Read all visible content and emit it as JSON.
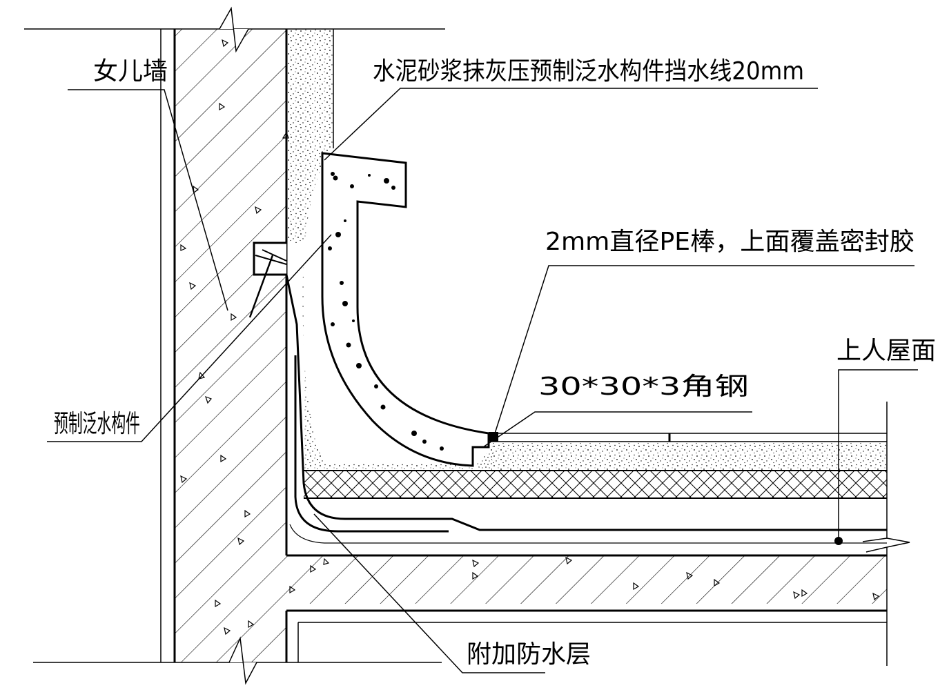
{
  "labels": {
    "parapet": "女儿墙",
    "flashing_note": "水泥砂浆抹灰压预制泛水构件挡水线20mm",
    "pe_rod": "2mm直径PE棒，上面覆盖密封胶",
    "roof": "上人屋面",
    "angle_steel": "30*30*3角钢",
    "precast_flashing": "预制泛水构件",
    "extra_waterproof": "附加防水层"
  },
  "colors": {
    "line": "#000000",
    "background": "#ffffff"
  }
}
